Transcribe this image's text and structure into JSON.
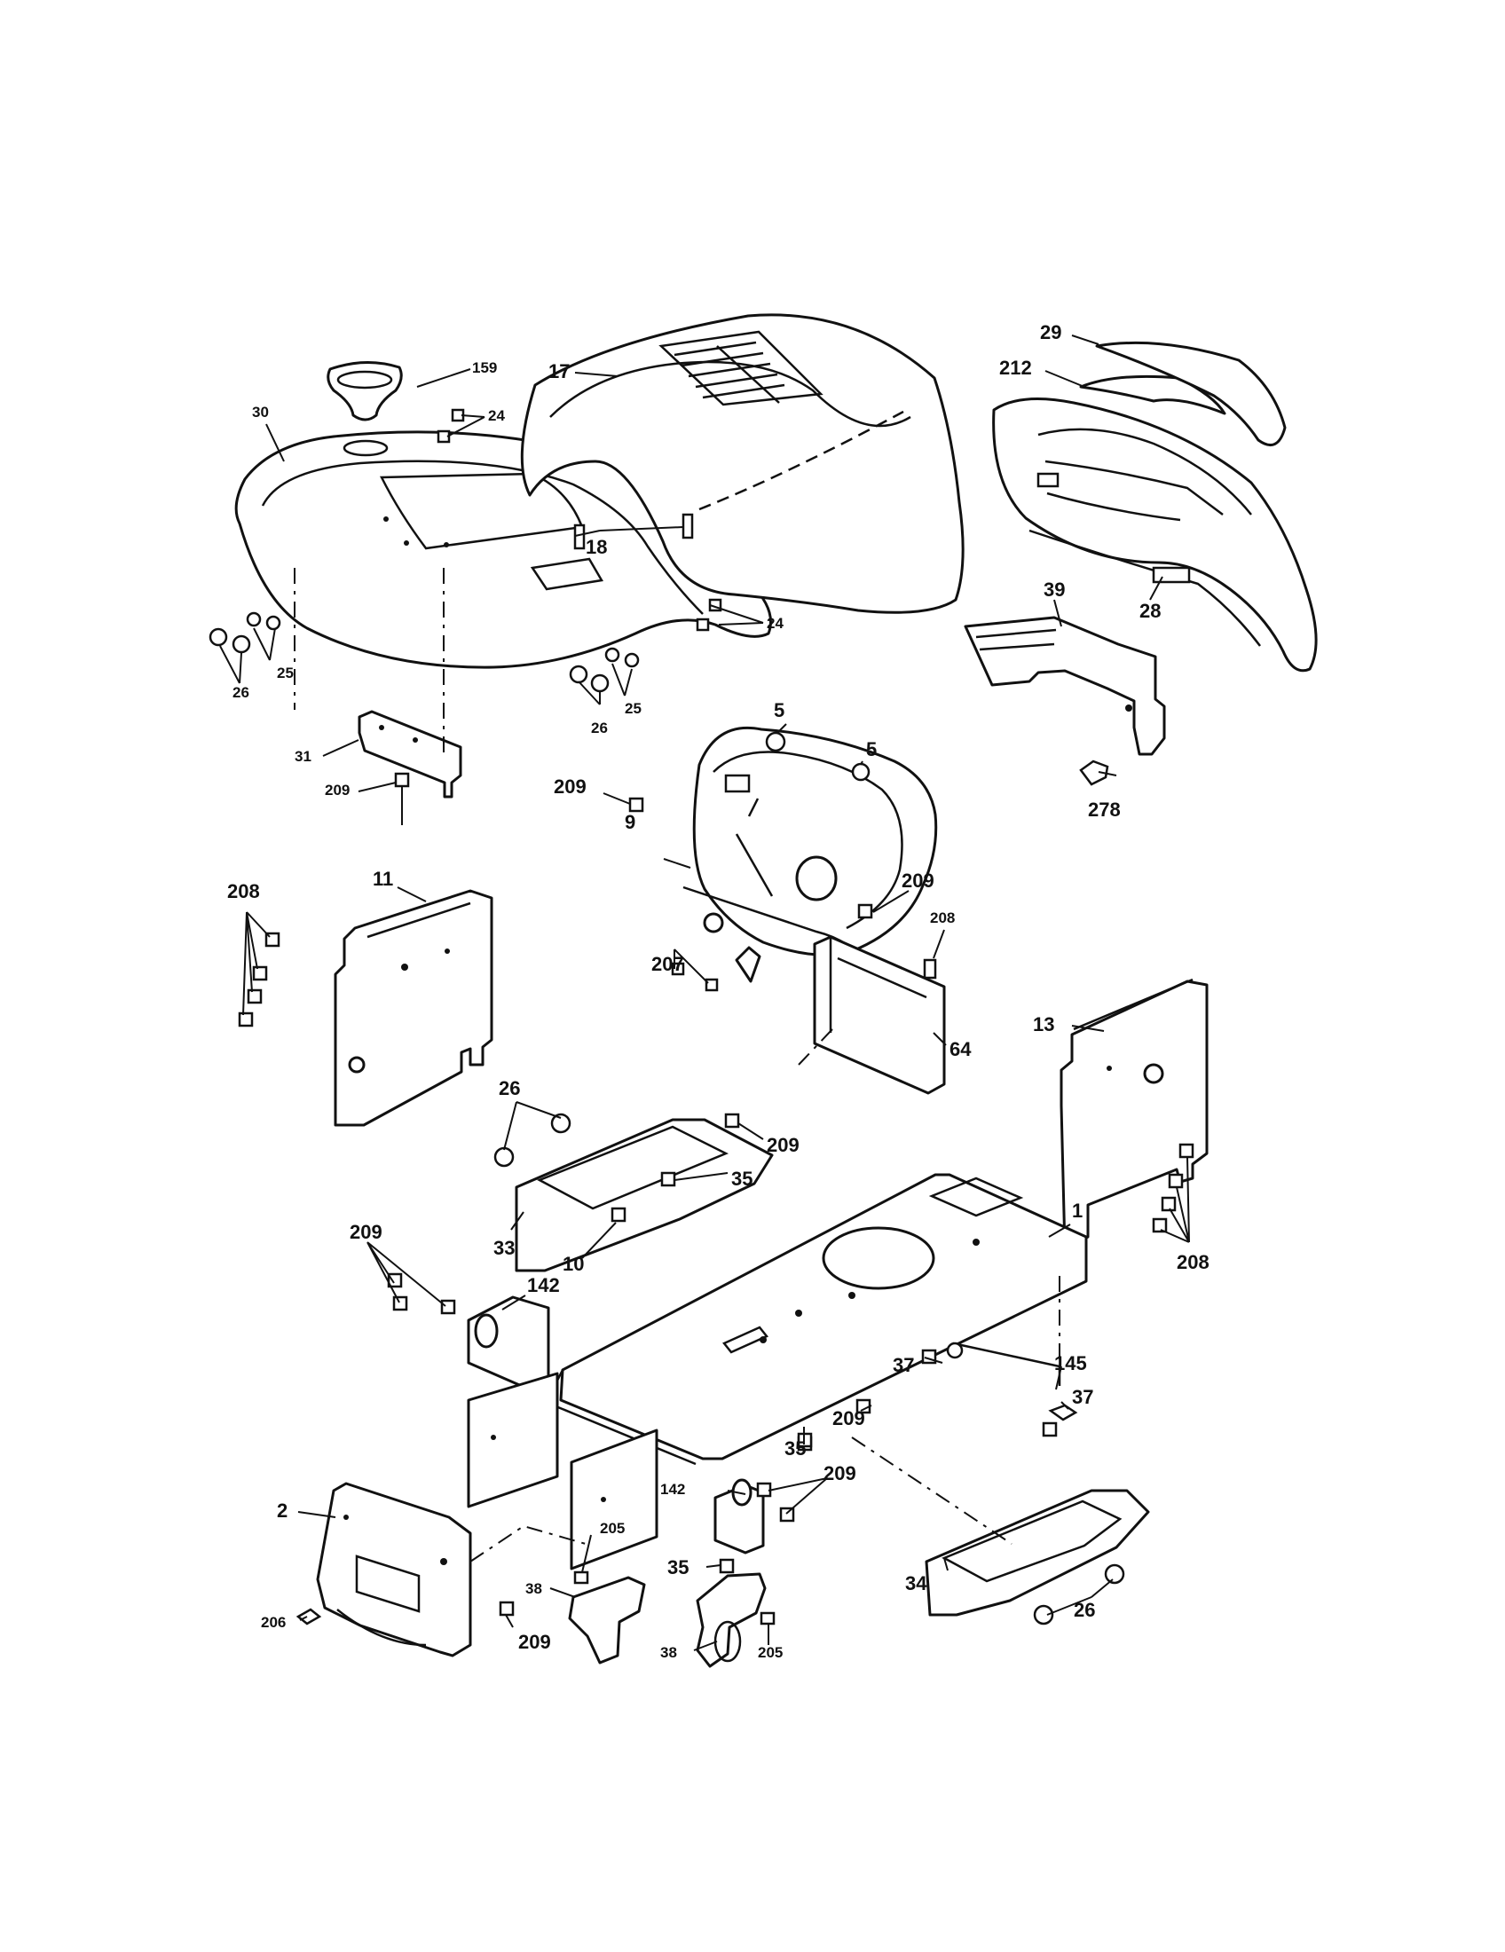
{
  "callouts": {
    "c29": "29",
    "c212": "212",
    "c159": "159",
    "c17": "17",
    "c30": "30",
    "c24a": "24",
    "c24b": "24",
    "c18": "18",
    "c28": "28",
    "c39": "39",
    "c25a": "25",
    "c26a": "26",
    "c25b": "25",
    "c26b": "26",
    "c31": "31",
    "c209a": "209",
    "c5a": "5",
    "c5b": "5",
    "c209b": "209",
    "c278": "278",
    "c9": "9",
    "c209c": "209",
    "c208a": "208",
    "c11": "11",
    "c208b": "208",
    "c207": "207",
    "c64": "64",
    "c13": "13",
    "c26c": "26",
    "c209d": "209",
    "c35a": "35",
    "c33": "33",
    "c10": "10",
    "c1": "1",
    "c208c": "208",
    "c209e": "209",
    "c142a": "142",
    "c37a": "37",
    "c145": "145",
    "c37b": "37",
    "c209f": "209",
    "c35b": "35",
    "c142b": "142",
    "c209g": "209",
    "c2": "2",
    "c205a": "205",
    "c35c": "35",
    "c206": "206",
    "c38a": "38",
    "c209h": "209",
    "c34": "34",
    "c26d": "26",
    "c38b": "38",
    "c205b": "205"
  }
}
